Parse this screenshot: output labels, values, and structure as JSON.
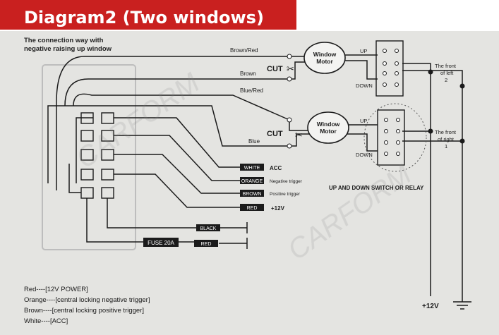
{
  "header": {
    "title": "Diagram2  (Two windows)"
  },
  "intro": {
    "line1": "The connection way with",
    "line2": "negative raising up window"
  },
  "wires": {
    "brown_red": "Brown/Red",
    "brown": "Brown",
    "blue_red": "Blue/Red",
    "blue": "Blue"
  },
  "cut_top": "CUT",
  "cut_bottom": "CUT",
  "motor_top": {
    "line1": "Window",
    "line2": "Motor"
  },
  "motor_bottom": {
    "line1": "Window",
    "line2": "Motor"
  },
  "switch_top": {
    "up": "UP",
    "down": "DOWN",
    "front1": "The front",
    "front2": "of left",
    "front3": "2"
  },
  "switch_bottom": {
    "up": "UP",
    "down": "DOWN",
    "front1": "The front",
    "front2": "of right",
    "front3": "1"
  },
  "switch_caption": "UP AND DOWN SWITCH OR RELAY",
  "labels": {
    "white": "WHITE",
    "white_desc": "ACC",
    "orange": "ORANGE",
    "orange_desc": "Negative trigger",
    "brown": "BROWN",
    "brown_desc": "Positive trigger",
    "red": "RED",
    "red_desc": "+12V",
    "black": "BLACK",
    "fuse": "FUSE 20A",
    "red2": "RED"
  },
  "plus12v": "+12V",
  "legend": [
    "Red----[12V POWER]",
    "Orange----[central locking negative trigger]",
    "Brown----[central locking positive trigger]",
    "White----[ACC]"
  ],
  "watermark": "CARFORM",
  "colors": {
    "header_red": "#c9201f",
    "paper": "#e4e4e1",
    "ink": "#1b1b1b"
  }
}
